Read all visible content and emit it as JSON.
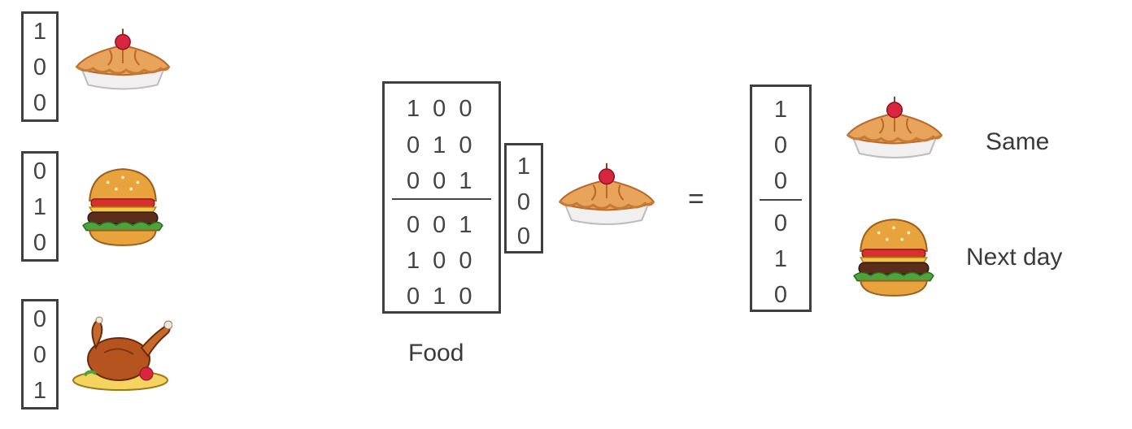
{
  "legend": [
    {
      "vector": [
        "1",
        "0",
        "0"
      ],
      "food_icon": "pie-icon"
    },
    {
      "vector": [
        "0",
        "1",
        "0"
      ],
      "food_icon": "burger-icon"
    },
    {
      "vector": [
        "0",
        "0",
        "1"
      ],
      "food_icon": "roast-chicken-icon"
    }
  ],
  "matrix": {
    "rows": [
      "1 0 0",
      "0 1 0",
      "0 0 1",
      "0 0 1",
      "1 0 0",
      "0 1 0"
    ],
    "label": "Food"
  },
  "input_vector": [
    "1",
    "0",
    "0"
  ],
  "operator": "=",
  "result_vector": [
    "1",
    "0",
    "0",
    "0",
    "1",
    "0"
  ],
  "outputs": [
    {
      "food_icon": "pie-icon",
      "label": "Same"
    },
    {
      "food_icon": "burger-icon",
      "label": "Next day"
    }
  ],
  "colors": {
    "bracket": "#3f3f3f",
    "crust": "#E9A45C",
    "cherry": "#D7263D",
    "bun": "#E8A33C",
    "lettuce": "#4CA43A",
    "chicken": "#B5541F"
  }
}
